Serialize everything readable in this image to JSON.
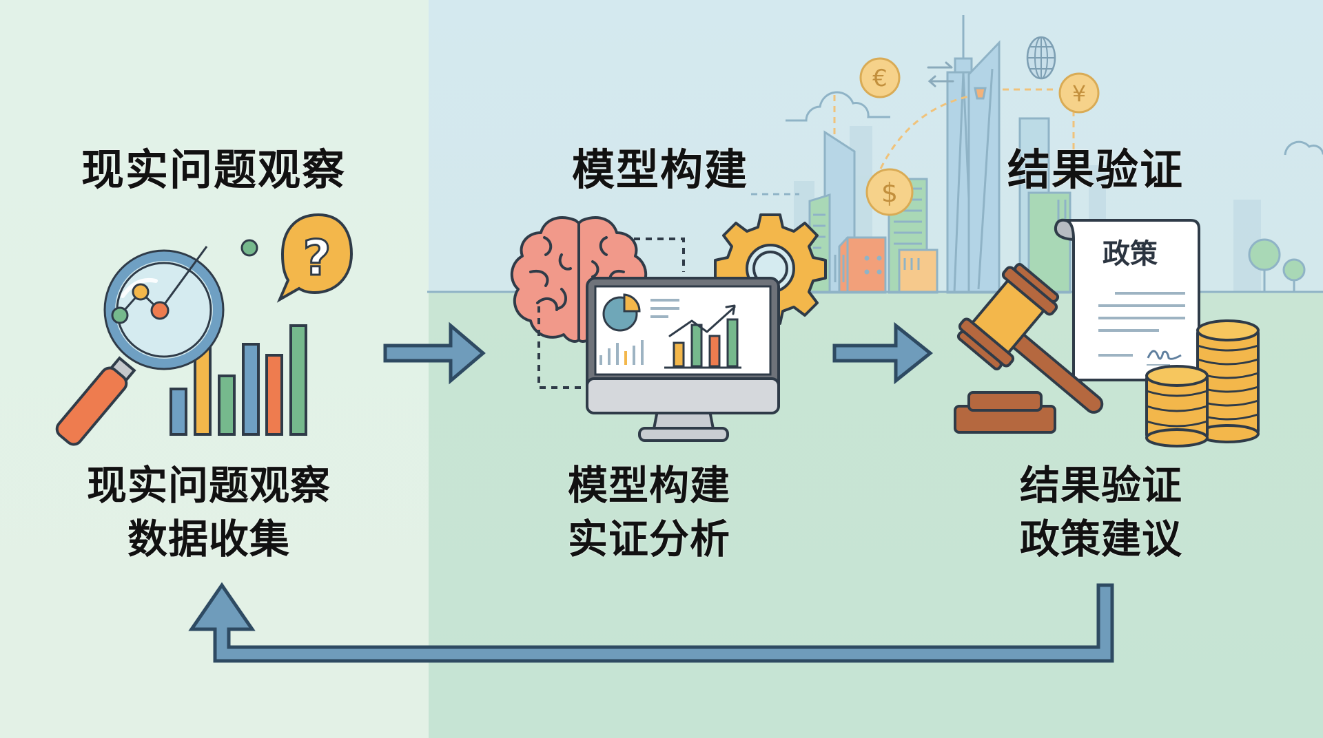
{
  "diagram": {
    "type": "process-cycle",
    "colors": {
      "left_bg": "#e2f2e8",
      "sky_bg": "#d4e9ef",
      "ground_bg": "#c8e4d4",
      "arrow_fill": "#6f9cbb",
      "arrow_stroke": "#2e4a62",
      "outline": "#2f3b48",
      "orange": "#ee7c4f",
      "yellow": "#f3b74b",
      "green": "#76b98d",
      "blue": "#6fa0c3",
      "brain": "#f1998a",
      "wood": "#b5683f"
    },
    "steps": [
      {
        "id": "observation",
        "title": "现实问题观察",
        "caption_lines": [
          "现实问题观察",
          "数据收集"
        ],
        "icons": [
          "magnifier-icon",
          "line-chart-icon",
          "question-bubble-icon",
          "bar-chart-icon"
        ]
      },
      {
        "id": "modeling",
        "title": "模型构建",
        "caption_lines": [
          "模型构建",
          "实证分析"
        ],
        "icons": [
          "brain-icon",
          "gear-icon",
          "monitor-dashboard-icon",
          "pie-chart-icon",
          "bar-chart-icon",
          "trend-arrow-icon"
        ]
      },
      {
        "id": "validation",
        "title": "结果验证",
        "caption_lines": [
          "结果验证",
          "政策建议"
        ],
        "icons": [
          "city-skyline-icon",
          "euro-coin-icon",
          "dollar-coin-icon",
          "yen-coin-icon",
          "globe-icon",
          "exchange-arrows-icon",
          "gavel-icon",
          "policy-document-icon",
          "coin-stack-icon"
        ],
        "document_label": "政策"
      }
    ],
    "connectors": [
      {
        "from": "observation",
        "to": "modeling",
        "type": "right-arrow"
      },
      {
        "from": "modeling",
        "to": "validation",
        "type": "right-arrow"
      },
      {
        "from": "validation",
        "to": "observation",
        "type": "feedback-loop-arrow"
      }
    ],
    "currency_symbols": {
      "euro": "€",
      "dollar": "$",
      "yen": "¥"
    }
  }
}
